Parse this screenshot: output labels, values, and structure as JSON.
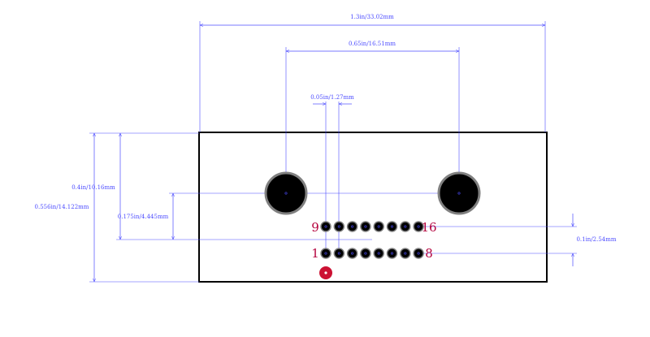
{
  "colors": {
    "dimension": "#4b4bff",
    "outline": "#000000",
    "pad_ring": "#808080",
    "pad_fill": "#000000",
    "pin_label": "#b4003c",
    "pin1_marker": "#cc1133",
    "background": "#ffffff"
  },
  "dimensions": {
    "overall_width": "1.3in/33.02mm",
    "mounting_spacing": "0.65in/16.51mm",
    "pin_pitch": "0.05in/1.27mm",
    "body_height": "0.4in/10.16mm",
    "total_height": "0.556in/14.122mm",
    "mount_offset": "0.175in/4.445mm",
    "row_spacing": "0.1in/2.54mm"
  },
  "pin_labels": {
    "top_left": "9",
    "top_right": "16",
    "bottom_left": "1",
    "bottom_right": "8"
  },
  "pins_per_row": 8
}
